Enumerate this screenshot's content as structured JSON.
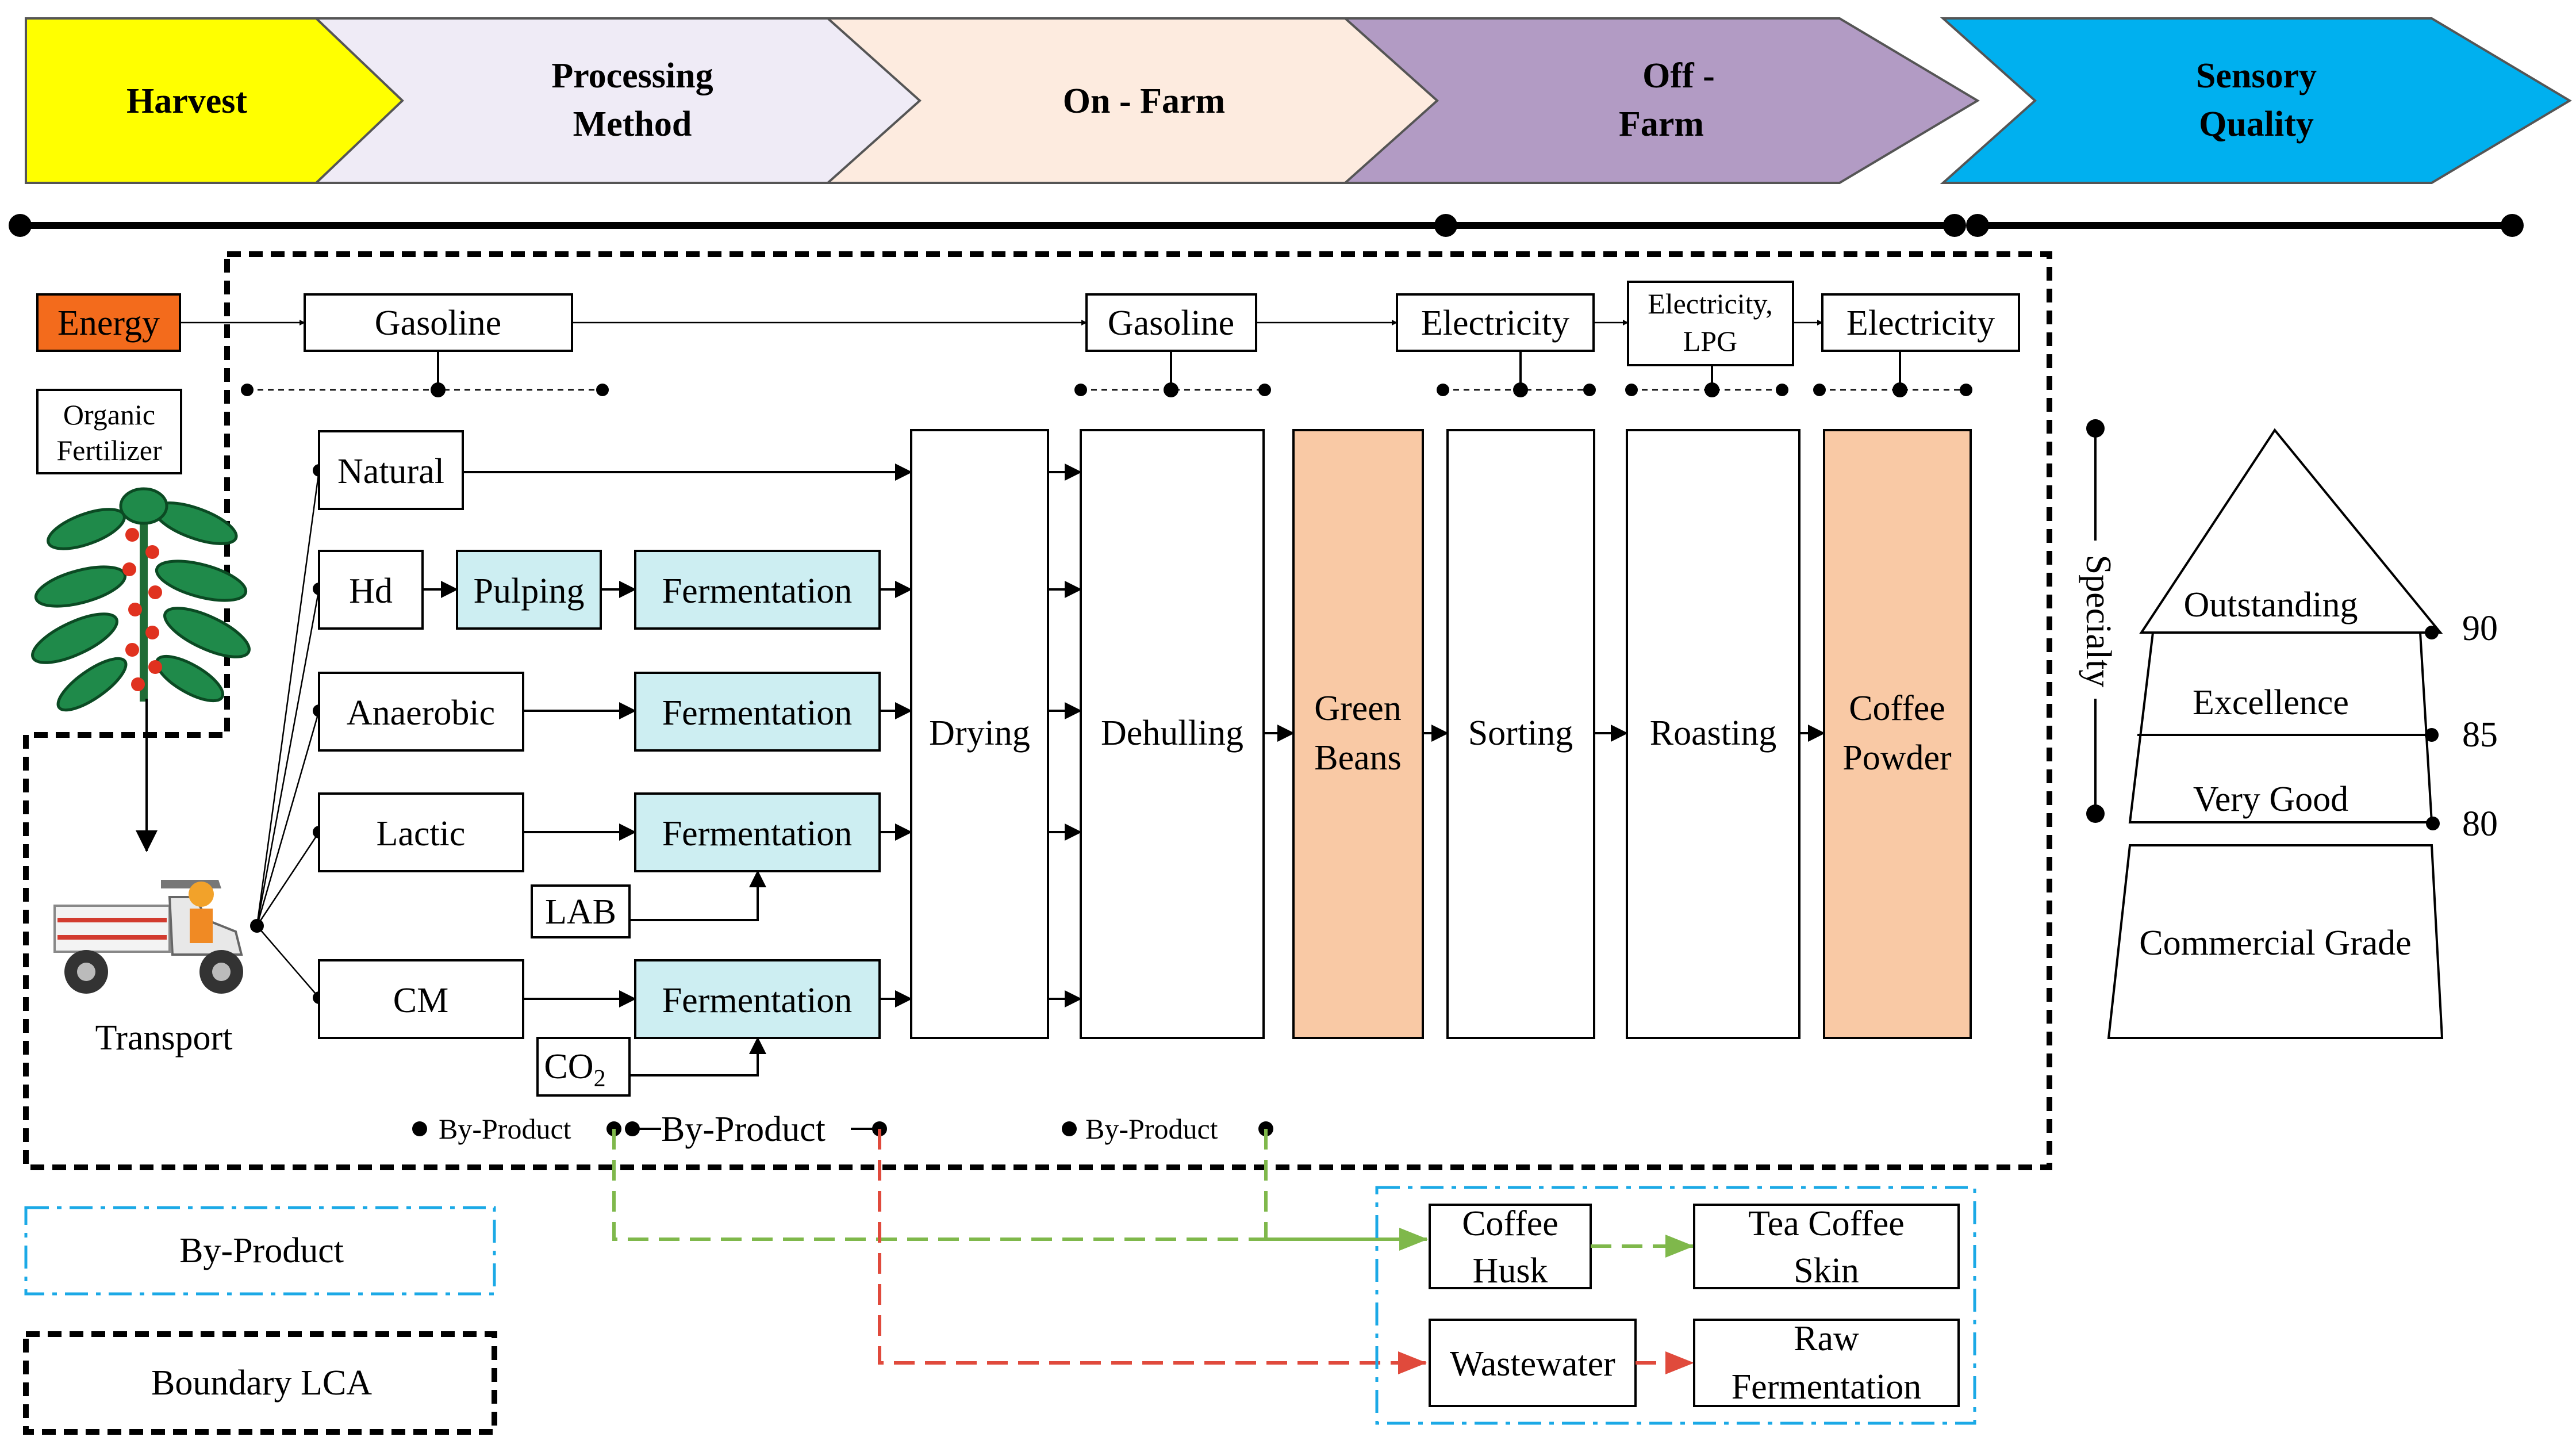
{
  "stages": [
    {
      "line1": "Harvest",
      "line2": "",
      "color": "#ffff00"
    },
    {
      "line1": "Processing",
      "line2": "Method",
      "color": "#efebf6"
    },
    {
      "line1": "On - Farm",
      "line2": "",
      "color": "#fdebdf"
    },
    {
      "line1": "Off -",
      "line2": "Farm",
      "color": "#b29bc4"
    },
    {
      "line1": "Sensory",
      "line2": "Quality",
      "color": "#00b0ef"
    }
  ],
  "inputs": {
    "energy": "Energy",
    "energy_color": "#f36b1c",
    "organic_line1": "Organic",
    "organic_line2": "Fertilizer",
    "transport": "Transport"
  },
  "energy_sources": {
    "gasoline1": "Gasoline",
    "gasoline2": "Gasoline",
    "electricity1": "Electricity",
    "elec_lpg_line1": "Electricity,",
    "elec_lpg_line2": "LPG",
    "electricity2": "Electricity"
  },
  "methods": {
    "natural": "Natural",
    "hd": "Hd",
    "anaerobic": "Anaerobic",
    "lactic": "Lactic",
    "cm": "CM",
    "pulping": "Pulping",
    "fermentation": "Fermentation",
    "lab": "LAB",
    "co2": "CO",
    "co2_sub": "2"
  },
  "stages_proc": {
    "drying": "Drying",
    "dehulling": "Dehulling",
    "green_line1": "Green",
    "green_line2": "Beans",
    "sorting": "Sorting",
    "roasting": "Roasting",
    "coffee_line1": "Coffee",
    "coffee_line2": "Powder"
  },
  "byproducts": {
    "bp1": "By-Product",
    "bp2": "By-Product",
    "bp3": "By-Product",
    "husk_line1": "Coffee",
    "husk_line2": "Husk",
    "tea_line1": "Tea Coffee",
    "tea_line2": "Skin",
    "wastewater": "Wastewater",
    "raw_line1": "Raw",
    "raw_line2": "Fermentation"
  },
  "legend": {
    "byproduct": "By-Product",
    "boundary": "Boundary LCA"
  },
  "sensory": {
    "specialty": "Specialty",
    "outstanding": "Outstanding",
    "excellence": "Excellence",
    "very_good": "Very Good",
    "commercial": "Commercial Grade",
    "score_90": "90",
    "score_85": "85",
    "score_80": "80"
  }
}
